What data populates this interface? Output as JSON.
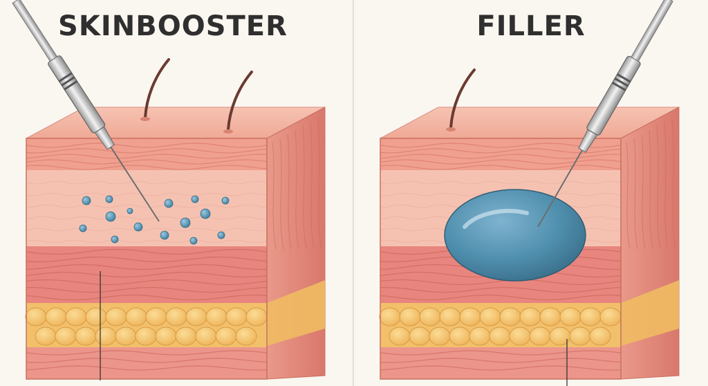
{
  "panels": [
    {
      "id": "left",
      "title": "SKINBOOSTER",
      "visual": "skin cross-section with multiple small blue droplets injected into the dermis"
    },
    {
      "id": "right",
      "title": "FILLER",
      "visual": "skin cross-section with one large blue gel bolus injected deeper"
    }
  ],
  "colors": {
    "background": "#faf6f0",
    "epidermis": "#f3b6a3",
    "dermis": "#f2b8a8",
    "dermis_band": "#e8857e",
    "fat": "#f4c36f",
    "gel": "#4f8fae",
    "title_text": "#2f2f2f",
    "divider": "#d8d0c8"
  }
}
